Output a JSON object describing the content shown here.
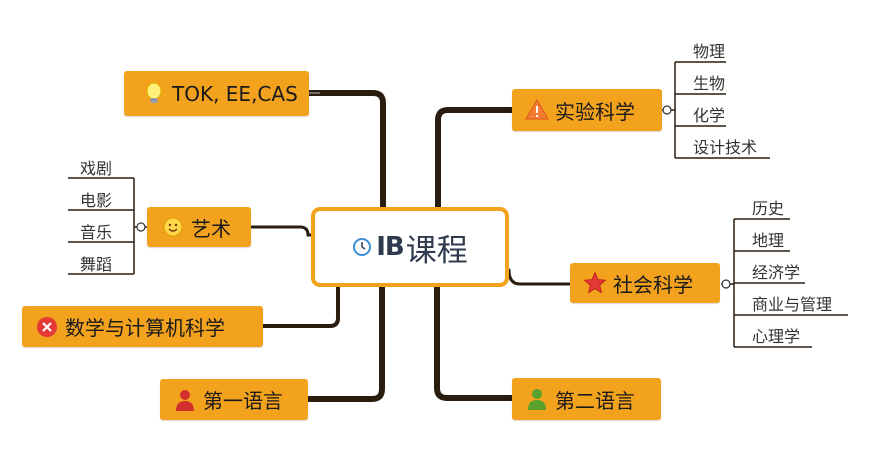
{
  "center": {
    "prefix": "IB",
    "label": "课程"
  },
  "left_branches": [
    {
      "label": "TOK, EE,CAS",
      "icon": "lightbulb-icon"
    },
    {
      "label": "艺术",
      "icon": "smiley-icon",
      "children": [
        "戏剧",
        "电影",
        "音乐",
        "舞蹈"
      ]
    },
    {
      "label": "数学与计算机科学",
      "icon": "close-circle-icon"
    },
    {
      "label": "第一语言",
      "icon": "red-person-icon"
    }
  ],
  "right_branches": [
    {
      "label": "实验科学",
      "icon": "warning-icon",
      "children": [
        "物理",
        "生物",
        "化学",
        "设计技术"
      ]
    },
    {
      "label": "社会科学",
      "icon": "star-icon",
      "children": [
        "历史",
        "地理",
        "经济学",
        "商业与管理",
        "心理学"
      ]
    },
    {
      "label": "第二语言",
      "icon": "green-person-icon"
    }
  ],
  "colors": {
    "node_fill": "#f3a21d",
    "connector": "#2a1d0f",
    "text": "#1a1a1a"
  }
}
